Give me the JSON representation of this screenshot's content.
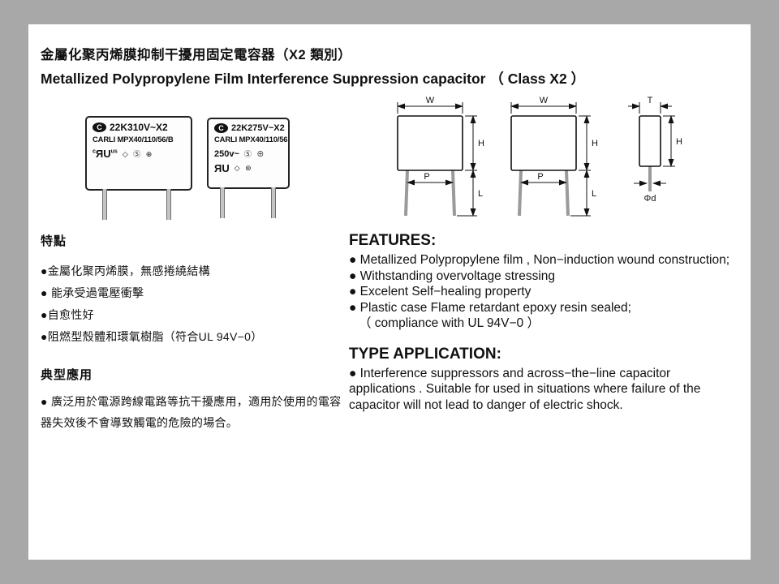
{
  "header": {
    "title_zh": "金屬化聚丙烯膜抑制干擾用固定電容器（X2 類別）",
    "title_en": "Metallized Polypropylene Film  Interference  Suppression capacitor （ Class X2 ）"
  },
  "products": [
    {
      "brand": "C",
      "model": "22K310V~X2",
      "series": "CARLI MPX40/110/56/B",
      "ul_pre": "c",
      "ul": "ЯU",
      "ul_suf": "us",
      "marks": "◇ Ⓢ ⊕"
    },
    {
      "brand": "C",
      "model": "22K275V~X2",
      "series": "CARLI MPX40/110/56",
      "voltage": "250v~",
      "marks1": "Ⓢ ⊕",
      "ul": "ЯU",
      "marks2": "◇ ⊛"
    }
  ],
  "drawings": {
    "labels": {
      "w": "W",
      "h": "H",
      "p": "P",
      "l": "L",
      "t": "T",
      "d": "Φd"
    }
  },
  "features_zh": {
    "heading": "特點",
    "items": [
      "●金屬化聚丙烯膜，無感捲繞結構",
      "● 能承受過電壓衝擊",
      "●自愈性好",
      "●阻燃型殼體和環氧樹脂（符合UL 94V−0）"
    ]
  },
  "application_zh": {
    "heading": "典型應用",
    "body": "● 廣泛用於電源跨線電路等抗干擾應用，適用於使用的電容器失效後不會導致觸電的危險的場合。"
  },
  "features_en": {
    "heading": "FEATURES:",
    "items": [
      "●  Metallized Polypropylene film , Non−induction wound construction;",
      "●  Withstanding overvoltage stressing",
      "●  Excelent Self−healing property",
      "●  Plastic case Flame retardant epoxy resin sealed;",
      "（ compliance with UL 94V−0 ）"
    ]
  },
  "application_en": {
    "heading": "TYPE APPLICATION:",
    "body": "●  Interference suppressors and across−the−line capacitor applications . Suitable for used in situations where failure of the capacitor will not lead to danger of electric shock."
  }
}
